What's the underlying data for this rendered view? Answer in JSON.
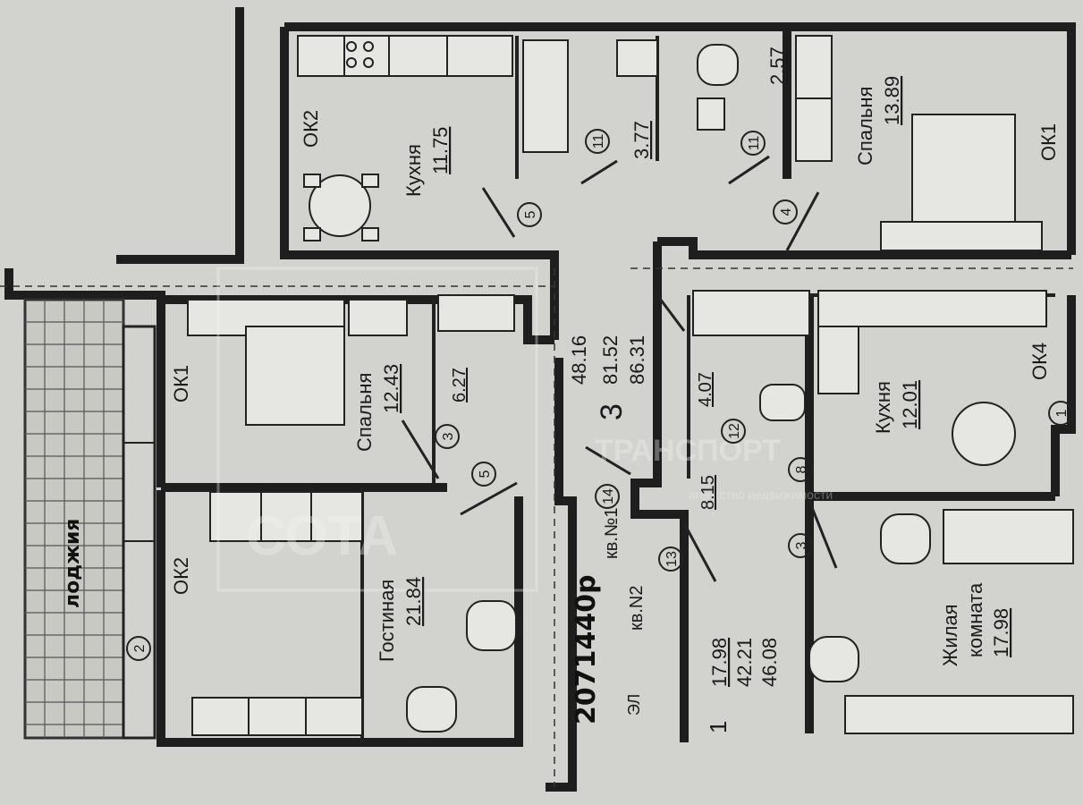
{
  "rooms": {
    "kitchen_a": {
      "name": "Кухня",
      "area": "11.75",
      "num": "5"
    },
    "bath_a": {
      "area": "3.77",
      "num": "11"
    },
    "wc_a": {
      "area": "2.57",
      "num": "11"
    },
    "bedroom_a": {
      "name": "Спальня",
      "area": "13.89",
      "num": "4"
    },
    "bedroom_b": {
      "name": "Спальня",
      "area": "12.43",
      "num": "3"
    },
    "closet_b": {
      "area": "6.27"
    },
    "hall_b": {
      "num": "5"
    },
    "living_b": {
      "name": "Гостиная",
      "area": "21.84"
    },
    "balcony_num": "2",
    "bath_c": {
      "area": "4.07",
      "num": "12"
    },
    "kitchen_c": {
      "name": "Кухня",
      "area": "12.01",
      "num": "1"
    },
    "hall_c": {
      "area": "8.15",
      "num": "8"
    },
    "living_c": {
      "name": "Жилая",
      "name2": "комната",
      "area": "17.98"
    },
    "corridor_num_a": "14",
    "corridor_num_b": "13",
    "living_c_num": "3"
  },
  "windows": {
    "ok1_a": "ОК1",
    "ok2_a": "ОК2",
    "ok1_b": "ОК1",
    "ok2_b": "ОК2",
    "ok4": "ОК4"
  },
  "apt3": {
    "rooms": "3",
    "living": "48.16",
    "total": "81.52",
    "total2": "86.31",
    "label": "кв.№1"
  },
  "apt1": {
    "rooms": "1",
    "living": "17.98",
    "total": "42.21",
    "total2": "46.08",
    "label": "кв.N2"
  },
  "misc": {
    "el": "ЭЛ",
    "handwriting": "2071440р",
    "balcony_text": "лоджия"
  },
  "watermark": {
    "sota": "СОТА",
    "transport": "ТРАНСПОРТ",
    "agency": "агентство недвижимости"
  }
}
